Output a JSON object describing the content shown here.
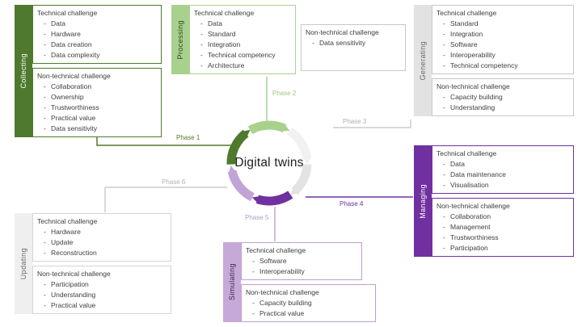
{
  "center": {
    "title": "Digital twins"
  },
  "labels": {
    "technical": "Technical challenge",
    "non_technical": "Non-technical challenge"
  },
  "colors": {
    "collecting": "#4f7a2d",
    "processing": "#a9d18e",
    "generating": "#d9d9d9",
    "managing": "#7030a0",
    "simulating": "#c6a9d9",
    "updating": "#efefef",
    "connector_gray": "#c0c0c0"
  },
  "groups": {
    "collecting": {
      "label": "Collecting",
      "phase": "Phase 1",
      "technical_items": [
        "Data",
        "Hardware",
        "Data creation",
        "Data complexity"
      ],
      "non_technical_items": [
        "Collaboration",
        "Ownership",
        "Trustworthiness",
        "Practical value",
        "Data sensitivity"
      ]
    },
    "processing": {
      "label": "Processing",
      "phase": "Phase 2",
      "technical_items": [
        "Data",
        "Standard",
        "Integration",
        "Technical competency",
        "Architecture"
      ],
      "non_technical_items": [
        "Data sensitivity"
      ]
    },
    "generating": {
      "label": "Generating",
      "phase": "Phase 3",
      "technical_items": [
        "Standard",
        "Integration",
        "Software",
        "Interoperability",
        "Technical competency"
      ],
      "non_technical_items": [
        "Capacity building",
        "Understanding"
      ]
    },
    "managing": {
      "label": "Managing",
      "phase": "Phase 4",
      "technical_items": [
        "Data",
        "Data maintenance",
        "Visualisation"
      ],
      "non_technical_items": [
        "Collaboration",
        "Management",
        "Trustworthiness",
        "Participation"
      ]
    },
    "simulating": {
      "label": "Simulating",
      "phase": "Phase 5",
      "technical_items": [
        "Software",
        "Interoperability"
      ],
      "non_technical_items": [
        "Capacity building",
        "Practical value"
      ]
    },
    "updating": {
      "label": "Updating",
      "phase": "Phase 6",
      "technical_items": [
        "Hardware",
        "Update",
        "Reconstruction"
      ],
      "non_technical_items": [
        "Participation",
        "Understanding",
        "Practical value"
      ]
    }
  }
}
